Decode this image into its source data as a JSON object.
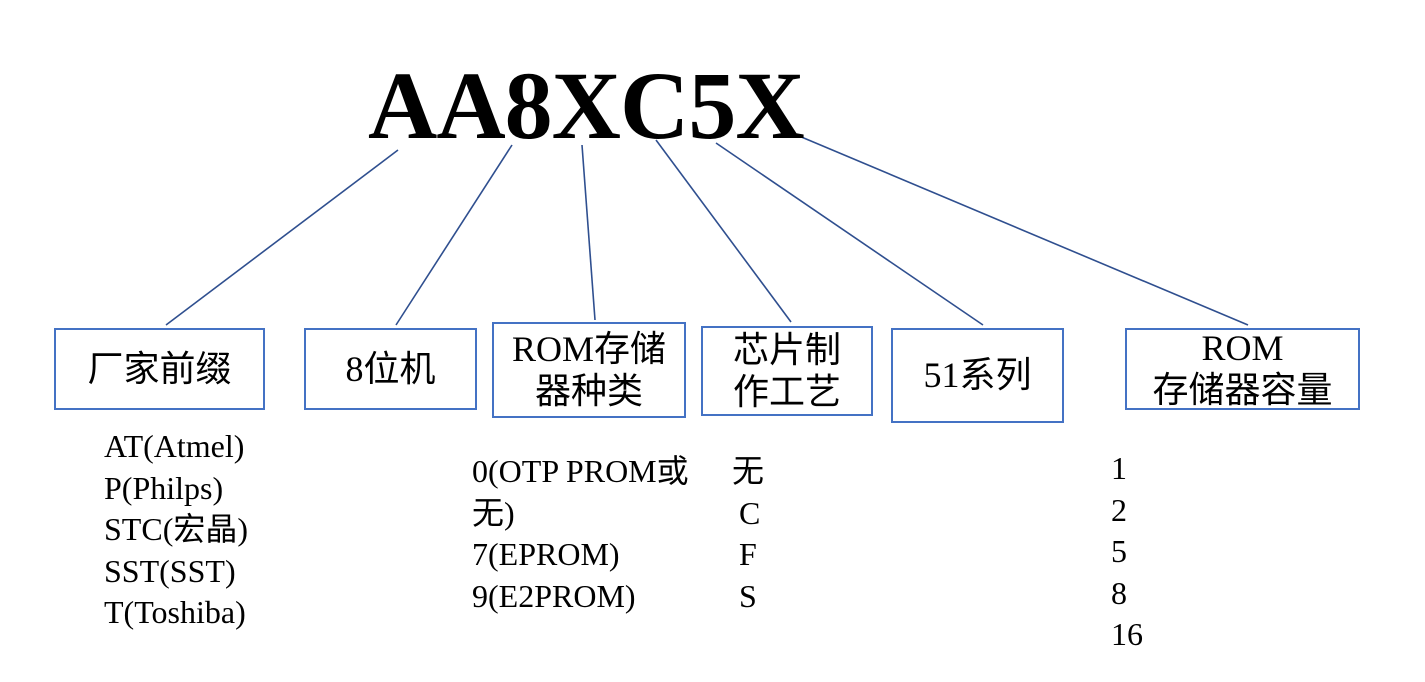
{
  "title": "AA8XC5X",
  "fields": [
    {
      "lines": [
        "厂家前缀"
      ]
    },
    {
      "lines": [
        "8位机"
      ]
    },
    {
      "lines": [
        "ROM存储",
        "器种类"
      ]
    },
    {
      "lines": [
        "芯片制",
        "作工艺"
      ]
    },
    {
      "lines": [
        "51系列"
      ]
    },
    {
      "lines": [
        "ROM",
        "存储器容量"
      ]
    }
  ],
  "manufacturers": [
    "AT(Atmel)",
    "P(Philps)",
    "STC(宏晶)",
    "SST(SST)",
    "T(Toshiba)"
  ],
  "rom_types": [
    "0(OTP PROM或",
    "无)",
    "7(EPROM)",
    "9(E2PROM)"
  ],
  "processes": [
    "无",
    "C",
    "F",
    "S"
  ],
  "rom_capacities": [
    "1",
    "2",
    "5",
    "8",
    "16"
  ],
  "colors": {
    "box_border": "#4472c4",
    "connector": "#2f4f8f"
  }
}
